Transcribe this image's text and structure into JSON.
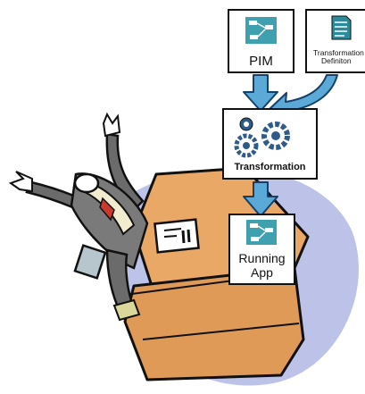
{
  "boxes": {
    "pim": {
      "label": "PIM"
    },
    "transformation_definition": {
      "label_line1": "Transformation",
      "label_line2": "Definiton"
    },
    "transformation": {
      "label": "Transformation"
    },
    "running_app": {
      "label_line1": "Running",
      "label_line2": "App"
    }
  },
  "icons": {
    "model": "model-diagram-icon",
    "document": "document-icon",
    "gears": "gears-icon"
  },
  "colors": {
    "box_fill": "#ffffff",
    "box_stroke": "#111111",
    "icon_teal": "#3fa0b0",
    "arrow_fill": "#5aa9d6",
    "arrow_stroke": "#14406a",
    "desk_top": "#e9a865",
    "desk_front": "#df9a58",
    "desk_shadow": "#bcc2e8",
    "suit": "#6b6b6b"
  }
}
